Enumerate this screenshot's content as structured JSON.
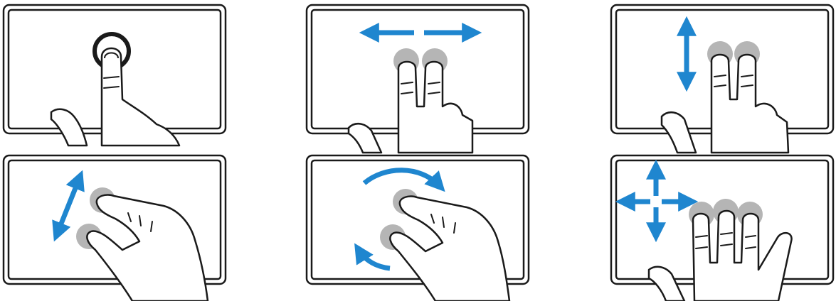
{
  "diagram": {
    "colors": {
      "accent": "#1f86cf",
      "contact": "#b5b5b5",
      "ring": "#1a1a1a",
      "outline": "#1a1a1a",
      "pad_fill": "#ffffff"
    },
    "panels": [
      {
        "gesture": "one-finger-tap",
        "fingers": 1,
        "arrows": "none"
      },
      {
        "gesture": "two-finger-horizontal-scroll",
        "fingers": 2,
        "arrows": "left-right"
      },
      {
        "gesture": "two-finger-vertical-scroll",
        "fingers": 2,
        "arrows": "up-down"
      },
      {
        "gesture": "pinch-zoom",
        "fingers": 2,
        "arrows": "diagonal"
      },
      {
        "gesture": "two-finger-rotate",
        "fingers": 2,
        "arrows": "curved"
      },
      {
        "gesture": "three-finger-swipe",
        "fingers": 3,
        "arrows": "four-way"
      }
    ]
  }
}
